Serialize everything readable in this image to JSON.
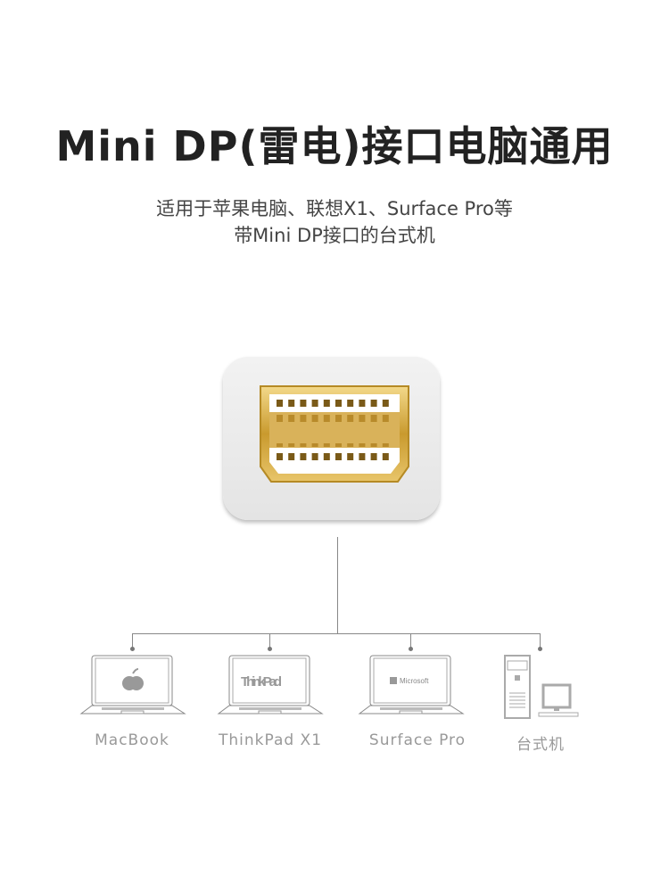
{
  "title": "Mini DP(雷电)接口电脑通用",
  "subtitle": {
    "line1": "适用于苹果电脑、联想X1、Surface Pro等",
    "line2": "带Mini DP接口的台式机"
  },
  "devices": [
    {
      "label": "MacBook",
      "icon": "apple-laptop-icon"
    },
    {
      "label": "ThinkPad X1",
      "icon": "thinkpad-laptop-icon",
      "screen_text": "ThinkPad"
    },
    {
      "label": "Surface Pro",
      "icon": "microsoft-laptop-icon",
      "screen_text": "Microsoft"
    },
    {
      "label": "台式机",
      "icon": "desktop-computer-icon"
    }
  ],
  "colors": {
    "gold": "#c9a23a",
    "line": "#888888",
    "label": "#999999"
  }
}
